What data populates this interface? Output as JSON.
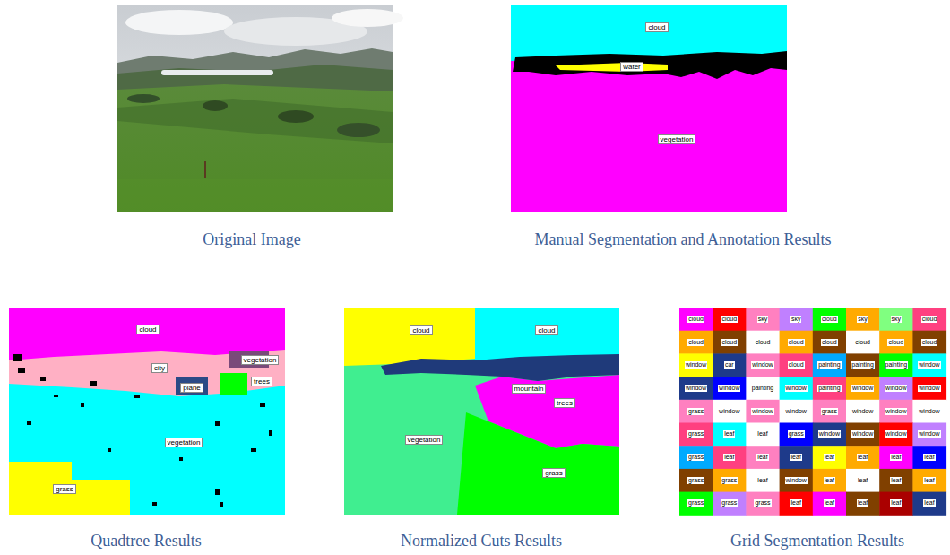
{
  "diagram": {
    "labels": [
      "Original Image",
      "Manual Segmentation and Annotation Results",
      "Quadtree Results",
      "Normalized Cuts Results",
      "Grid Segmentation Results",
      "cloud",
      "water",
      "vegetation",
      "cloud",
      "city",
      "vegetation",
      "plane",
      "trees",
      "vegetation",
      "grass",
      "cloud",
      "cloud",
      "mountain",
      "trees",
      "vegetation",
      "grass",
      "cloud",
      "cloud",
      "sky",
      "sky",
      "cloud",
      "sky",
      "sky",
      "cloud",
      "cloud",
      "cloud",
      "cloud",
      "cloud",
      "cloud",
      "cloud",
      "cloud",
      "cloud",
      "window",
      "car",
      "window",
      "cloud",
      "painting",
      "painting",
      "painting",
      "window",
      "window",
      "window",
      "painting",
      "window",
      "painting",
      "window",
      "window",
      "window",
      "grass",
      "window",
      "window",
      "window",
      "grass",
      "window",
      "window",
      "window",
      "grass",
      "leaf",
      "leaf",
      "grass",
      "window",
      "window",
      "window",
      "window",
      "grass",
      "leaf",
      "leaf",
      "leaf",
      "leaf",
      "leaf",
      "leaf",
      "leaf",
      "grass",
      "grass",
      "leaf",
      "window",
      "leaf",
      "leaf",
      "leaf",
      "leaf",
      "grass",
      "grass",
      "grass",
      "leaf",
      "leaf",
      "leaf",
      "leaf",
      "leaf"
    ]
  }
}
